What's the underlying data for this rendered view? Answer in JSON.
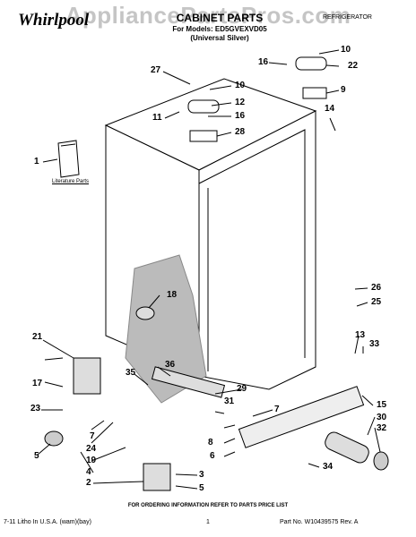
{
  "header": {
    "watermark": "AppliancePartsPros.com",
    "brand": "Whirlpool",
    "title": "CABINET PARTS",
    "model_line": "For Models: ED5GVEXVD05",
    "variant": "(Universal Silver)",
    "section": "REFRIGERATOR"
  },
  "literature_label": "Literature Parts",
  "callouts": [
    "1",
    "2",
    "3",
    "4",
    "5",
    "5",
    "6",
    "7",
    "7",
    "8",
    "9",
    "10",
    "10",
    "11",
    "12",
    "13",
    "14",
    "15",
    "16",
    "16",
    "17",
    "18",
    "19",
    "21",
    "22",
    "23",
    "24",
    "25",
    "26",
    "27",
    "28",
    "29",
    "30",
    "31",
    "32",
    "33",
    "34",
    "35",
    "36"
  ],
  "footer": {
    "order_note": "FOR ORDERING INFORMATION REFER TO PARTS PRICE LIST",
    "left": "7-11 Litho In U.S.A. (wam)(bay)",
    "page": "1",
    "right": "Part No. W10439575 Rev. A"
  }
}
